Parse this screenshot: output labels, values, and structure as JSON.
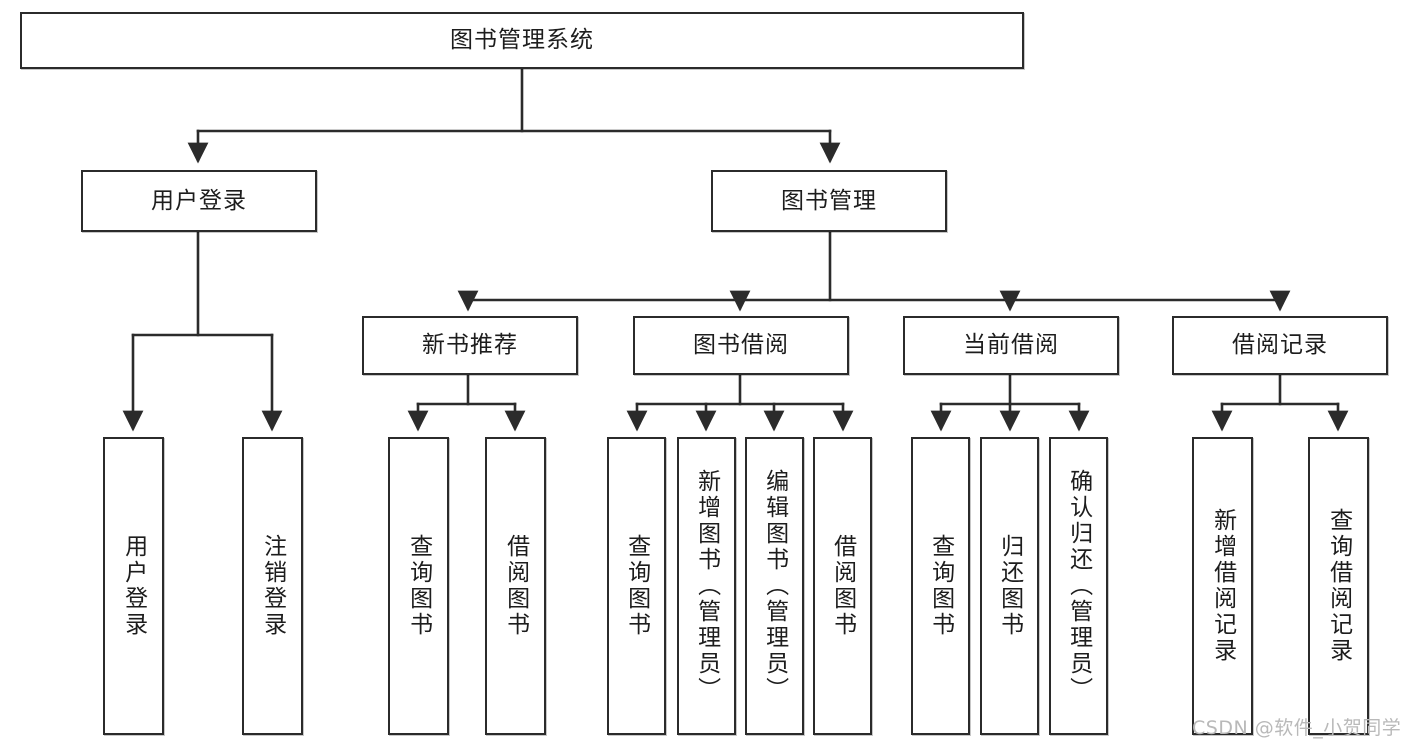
{
  "diagram": {
    "type": "tree",
    "title": "图书管理系统",
    "colors": {
      "stroke": "#2b2b2b",
      "fill": "#ffffff",
      "text": "#1d1d1d",
      "watermark": "#b9b9b9"
    },
    "root": {
      "label": "图书管理系统"
    },
    "level2": [
      {
        "label": "用户登录"
      },
      {
        "label": "图书管理"
      }
    ],
    "level3": [
      {
        "label": "新书推荐"
      },
      {
        "label": "图书借阅"
      },
      {
        "label": "当前借阅"
      },
      {
        "label": "借阅记录"
      }
    ],
    "leaves": [
      {
        "label": "用户登录"
      },
      {
        "label": "注销登录"
      },
      {
        "label": "查询图书"
      },
      {
        "label": "借阅图书"
      },
      {
        "label": "查询图书"
      },
      {
        "label": "新增图书（管理员）"
      },
      {
        "label": "编辑图书（管理员）"
      },
      {
        "label": "借阅图书"
      },
      {
        "label": "查询图书"
      },
      {
        "label": "归还图书"
      },
      {
        "label": "确认归还（管理员）"
      },
      {
        "label": "新增借阅记录"
      },
      {
        "label": "查询借阅记录"
      }
    ]
  },
  "watermark": {
    "text": "CSDN @软件_小贺同学"
  }
}
